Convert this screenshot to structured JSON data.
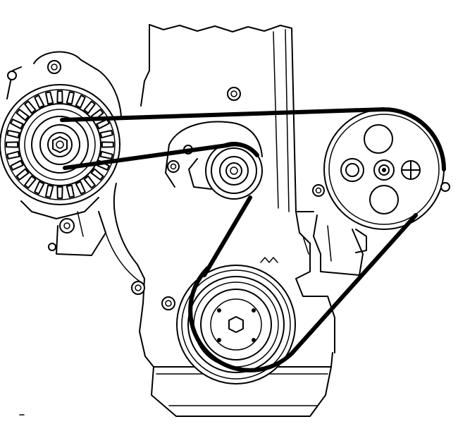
{
  "diagram": {
    "type": "engine-accessory-drive-belt-routing",
    "labels": [],
    "colors": {
      "ink": "#000000",
      "paper": "#ffffff"
    },
    "components": [
      "alternator",
      "idler-pulley",
      "power-steering-pump-pulley",
      "crankshaft-pulley",
      "drive-belt-upper",
      "drive-belt-lower",
      "engine-block"
    ]
  }
}
